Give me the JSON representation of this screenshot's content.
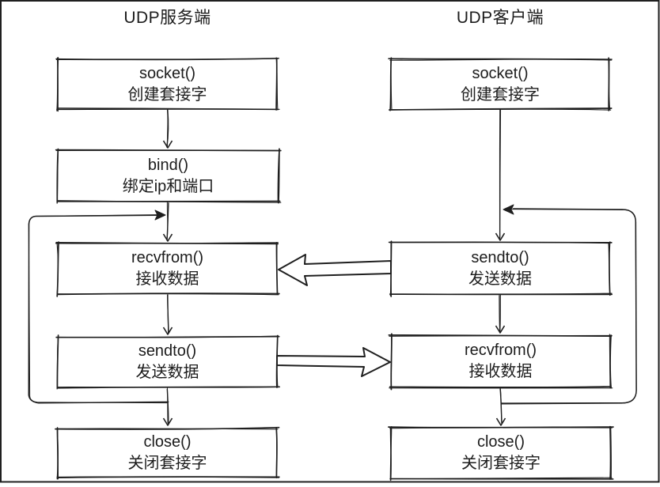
{
  "diagram": {
    "server": {
      "title": "UDP服务端",
      "steps": [
        {
          "func": "socket()",
          "desc": "创建套接字"
        },
        {
          "func": "bind()",
          "desc": "绑定ip和端口"
        },
        {
          "func": "recvfrom()",
          "desc": "接收数据"
        },
        {
          "func": "sendto()",
          "desc": "发送数据"
        },
        {
          "func": "close()",
          "desc": "关闭套接字"
        }
      ]
    },
    "client": {
      "title": "UDP客户端",
      "steps": [
        {
          "func": "socket()",
          "desc": "创建套接字"
        },
        {
          "func": "sendto()",
          "desc": "发送数据"
        },
        {
          "func": "recvfrom()",
          "desc": "接收数据"
        },
        {
          "func": "close()",
          "desc": "关闭套接字"
        }
      ]
    },
    "style": {
      "stroke_color": "#1f1f1f",
      "text_color": "#1c1c1c",
      "background": "#ffffff"
    }
  }
}
